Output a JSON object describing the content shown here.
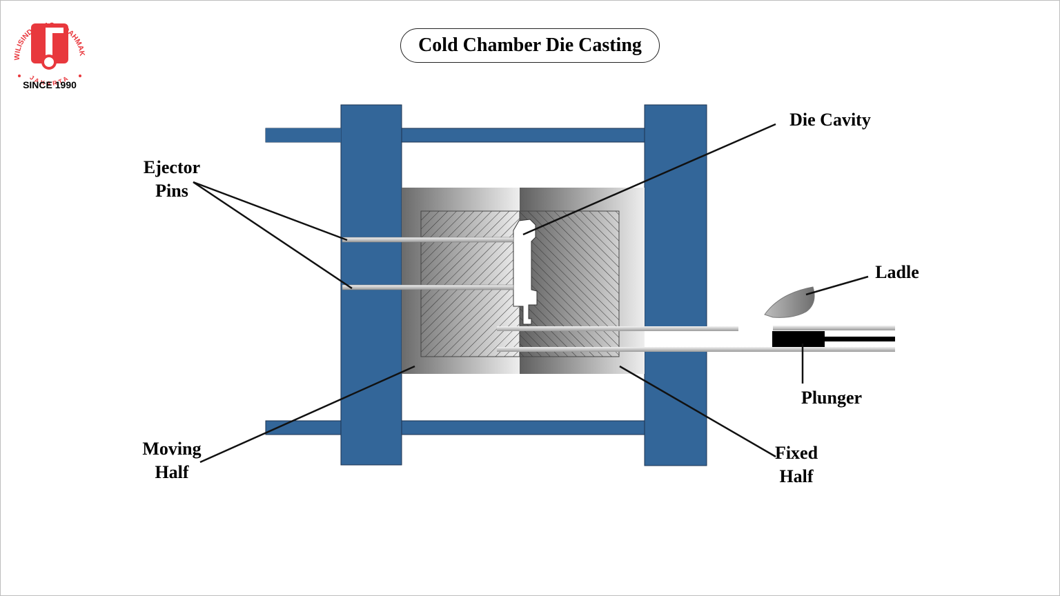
{
  "logo": {
    "company_arc_text": "PT. WILISINDOMAS INDAHMAKMUR",
    "city_text": "JAKARTA",
    "since_text": "SINCE 1990",
    "brand_color": "#e8383d"
  },
  "title": "Cold Chamber Die Casting",
  "labels": {
    "ejector_pins": [
      "Ejector",
      "Pins"
    ],
    "die_cavity": "Die Cavity",
    "ladle": "Ladle",
    "plunger": "Plunger",
    "moving_half": [
      "Moving",
      "Half"
    ],
    "fixed_half": [
      "Fixed",
      "Half"
    ]
  },
  "colors": {
    "platen": "#336699",
    "platen_stroke": "#1c3350",
    "die_dark": "#6b6b6b",
    "die_light": "#eeeeee",
    "hatch": "#333333",
    "plunger": "#000000",
    "leader": "#111111"
  }
}
